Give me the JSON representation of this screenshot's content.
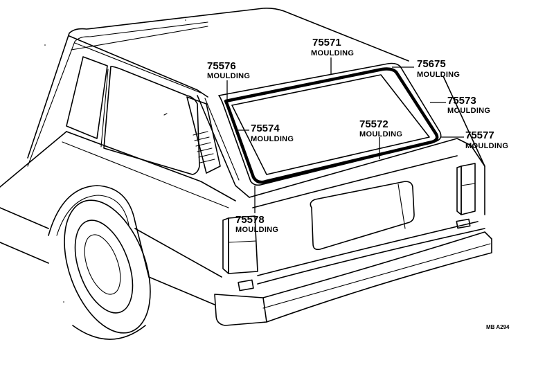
{
  "diagram": {
    "callouts": [
      {
        "id": "c-75571",
        "number": "75571",
        "word": "MOULDING"
      },
      {
        "id": "c-75576",
        "number": "75576",
        "word": "MOULDING"
      },
      {
        "id": "c-75675",
        "number": "75675",
        "word": "MOULDING"
      },
      {
        "id": "c-75573",
        "number": "75573",
        "word": "MOULDING"
      },
      {
        "id": "c-75574",
        "number": "75574",
        "word": "MOULDING"
      },
      {
        "id": "c-75572",
        "number": "75572",
        "word": "MOULDING"
      },
      {
        "id": "c-75577",
        "number": "75577",
        "word": "MOULDING"
      },
      {
        "id": "c-75578",
        "number": "75578",
        "word": "MOULDING"
      }
    ],
    "figure_code": "MB A294"
  }
}
